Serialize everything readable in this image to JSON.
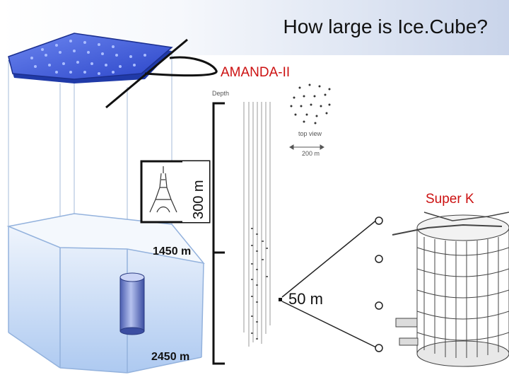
{
  "title": "How large is Ice.Cube?",
  "labels": {
    "amanda": "AMANDA-II",
    "super_k": "Super K",
    "depth_1450": "1450 m",
    "depth_2450": "2450 m",
    "scale_50": "50 m",
    "scale_300": "300 m"
  },
  "inset": {
    "depth": "Depth",
    "top_view": "top view",
    "scale": "200 m"
  },
  "colors": {
    "title_text": "#111111",
    "label_red": "#cc1111",
    "ice_blue": "#bcd3f3",
    "surface_blue": "#3d5ad6"
  }
}
